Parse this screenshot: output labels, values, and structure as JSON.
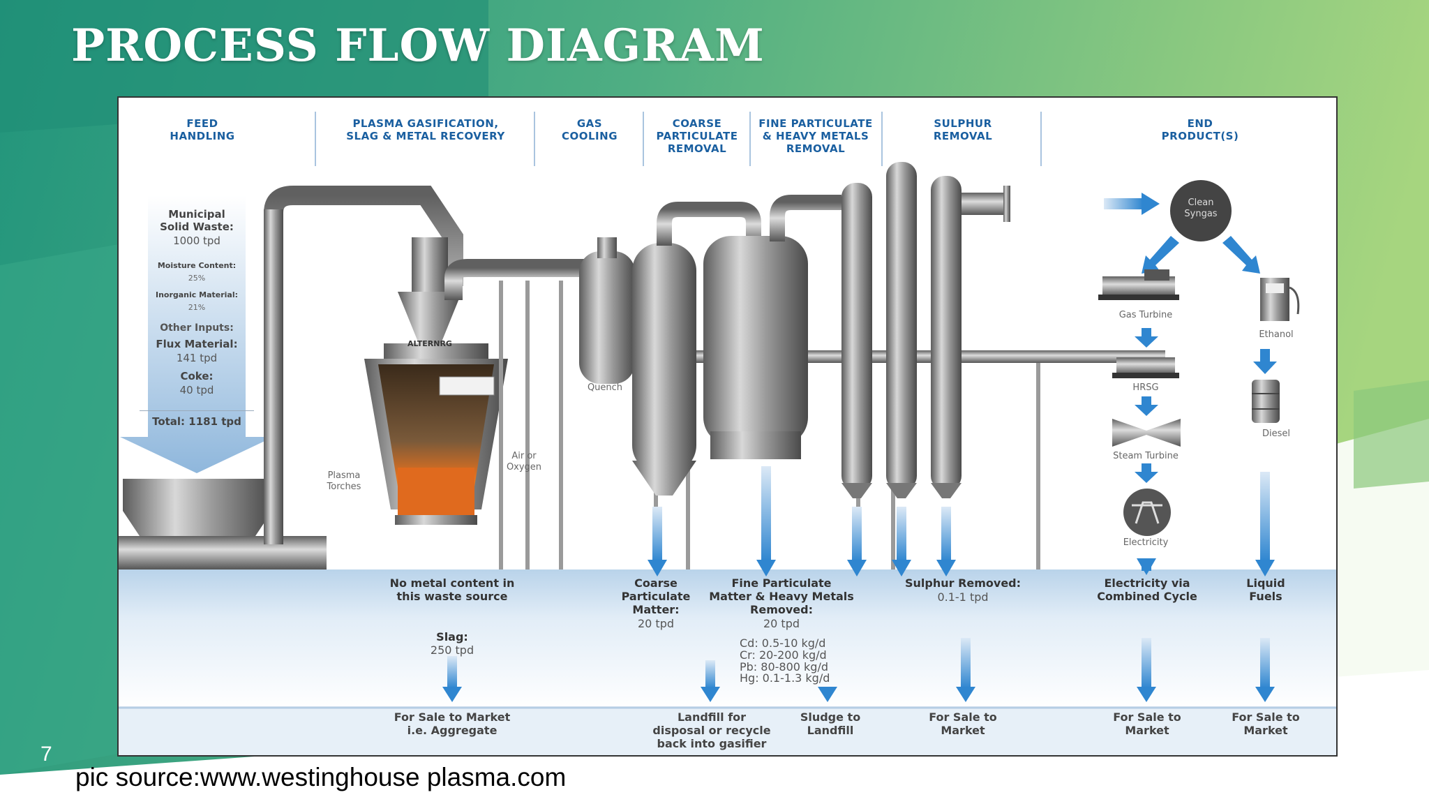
{
  "slide": {
    "title": "PROCESS FLOW DIAGRAM",
    "page_number": "7",
    "source": "pic source:www.westinghouse plasma.com"
  },
  "stages": [
    "FEED\nHANDLING",
    "PLASMA GASIFICATION,\nSLAG & METAL RECOVERY",
    "GAS\nCOOLING",
    "COARSE\nPARTICULATE\nREMOVAL",
    "FINE PARTICULATE\n& HEAVY METALS\nREMOVAL",
    "SULPHUR\nREMOVAL",
    "END\nPRODUCT(S)"
  ],
  "feed": {
    "msw_label": "Municipal\nSolid Waste:",
    "msw_value": "1000 tpd",
    "moisture_label": "Moisture Content:",
    "moisture_value": "25%",
    "inorganic_label": "Inorganic Material:",
    "inorganic_value": "21%",
    "other_inputs": "Other Inputs:",
    "flux_label": "Flux Material:",
    "flux_value": "141 tpd",
    "coke_label": "Coke:",
    "coke_value": "40 tpd",
    "total": "Total: 1181 tpd"
  },
  "labels": {
    "plasma_torches": "Plasma\nTorches",
    "air_oxygen": "Air or\nOxygen",
    "quench": "Quench",
    "logo": "ALTERNRG",
    "clean_syngas": "Clean\nSyngas",
    "gas_turbine": "Gas Turbine",
    "hrsg": "HRSG",
    "steam_turbine": "Steam Turbine",
    "electricity": "Electricity",
    "ethanol": "Ethanol",
    "diesel": "Diesel"
  },
  "outputs": {
    "slag_note": "No metal content in\nthis waste source",
    "slag_label": "Slag:",
    "slag_value": "250 tpd",
    "coarse_label": "Coarse\nParticulate\nMatter:",
    "coarse_value": "20 tpd",
    "fine_label": "Fine Particulate\nMatter & Heavy Metals\nRemoved:",
    "fine_value": "20 tpd",
    "metals": "Cd: 0.5-10 kg/d\nCr: 20-200 kg/d\nPb: 80-800 kg/d\nHg: 0.1-1.3 kg/d",
    "sulphur_label": "Sulphur Removed:",
    "sulphur_value": "0.1-1 tpd",
    "elec_label": "Electricity via\nCombined Cycle",
    "fuels_label": "Liquid\nFuels"
  },
  "finals": [
    "For Sale to Market\ni.e. Aggregate",
    "Landfill for\ndisposal or recycle\nback into gasifier",
    "Sludge to\nLandfill",
    "For Sale to\nMarket",
    "For Sale to\nMarket",
    "For Sale to\nMarket"
  ],
  "colors": {
    "accent": "#1a5fa0",
    "arrow": "#2f86d0",
    "slide_green": "#2e9c80",
    "slide_light_green": "#9ed07f"
  }
}
